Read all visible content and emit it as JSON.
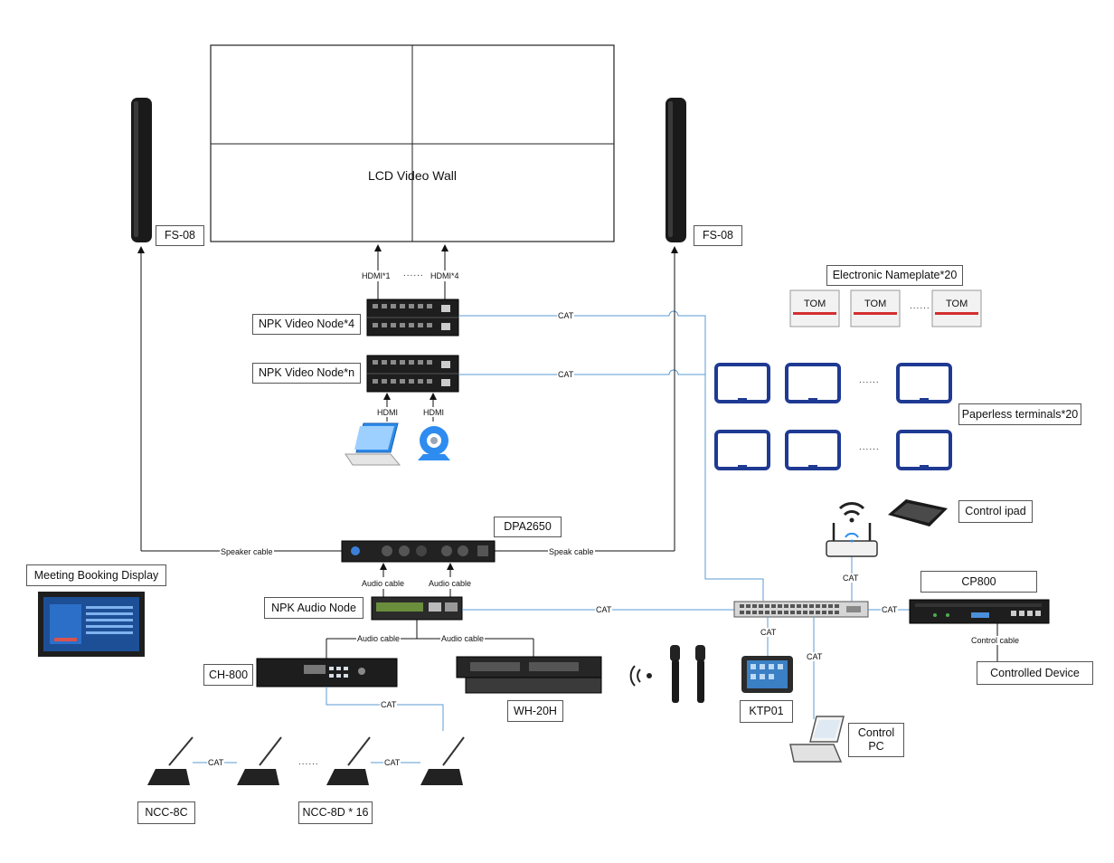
{
  "video_wall": {
    "title": "LCD Video Wall"
  },
  "speakers": {
    "left": "FS-08",
    "right": "FS-08"
  },
  "video_nodes": {
    "node4": "NPK Video Node*4",
    "noden": "NPK Video Node*n",
    "hdmi_out_1": "HDMI*1",
    "hdmi_out_4": "HDMI*4",
    "hdmi_in_1": "HDMI",
    "hdmi_in_2": "HDMI"
  },
  "nameplate": {
    "label": "Electronic Nameplate*20",
    "names": [
      "TOM",
      "TOM",
      "TOM"
    ]
  },
  "paperless": {
    "label": "Paperless terminals*20"
  },
  "control_ipad": {
    "label": "Control ipad"
  },
  "dpa": {
    "label": "DPA2650"
  },
  "meeting_display": {
    "label": "Meeting Booking Display"
  },
  "audio_node": {
    "label": "NPK Audio Node"
  },
  "ch800": {
    "label": "CH-800"
  },
  "wh20h": {
    "label": "WH-20H"
  },
  "ktp01": {
    "label": "KTP01"
  },
  "control_pc": {
    "line1": "Control",
    "line2": "PC"
  },
  "cp800": {
    "label": "CP800"
  },
  "controlled_device": {
    "label": "Controlled Device"
  },
  "mics": {
    "chairman": "NCC-8C",
    "delegate": "NCC-8D * 16"
  },
  "cables": {
    "cat_video4": "CAT",
    "cat_videon": "CAT",
    "speaker_cable": "Speaker cable",
    "speak_cable": "Speak cable",
    "audio_cable_1": "Audio cable",
    "audio_cable_2": "Audio cable",
    "audio_cable_3": "Audio cable",
    "audio_cable_4": "Audio cable",
    "cat_audio_node": "CAT",
    "cat_router": "CAT",
    "cat_cp800": "CAT",
    "cat_ktp": "CAT",
    "cat_pc": "CAT",
    "control_cable": "Control cable",
    "cat_ch800": "CAT",
    "cat_mic_1": "CAT",
    "cat_mic_2": "CAT"
  },
  "colors": {
    "accent_blue": "#1f3a93",
    "cable_blue": "#5b9bd5",
    "device_dark": "#1b1b1b"
  }
}
